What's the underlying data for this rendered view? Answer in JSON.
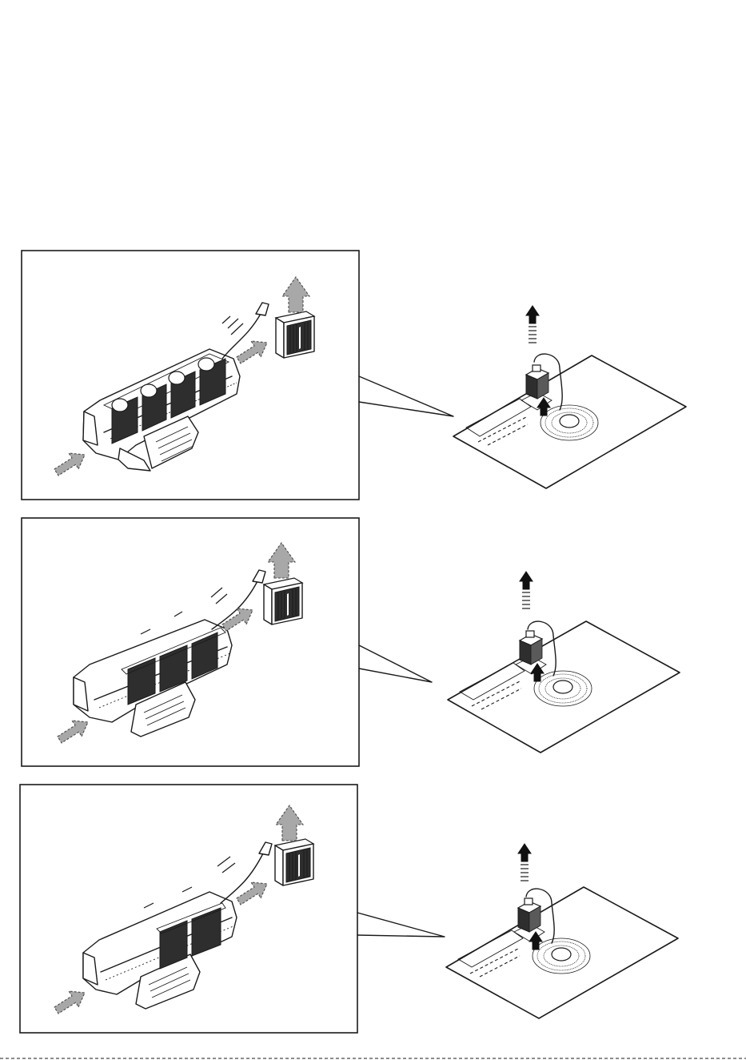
{
  "figure": {
    "panels": [
      {
        "id": "step-1",
        "filter_cartridges": 4
      },
      {
        "id": "step-2",
        "filter_cartridges": 3
      },
      {
        "id": "step-3",
        "filter_cartridges": 2
      }
    ],
    "colors": {
      "line": "#1a1a1a",
      "arrow_fill": "#a8a8a8",
      "dark_fill": "#2e2e2e",
      "background": "#ffffff"
    },
    "icons": [
      "filter-cartridge-icon",
      "air-flow-arrow-icon",
      "sensor-icon",
      "fan-icon",
      "up-arrow-icon"
    ]
  }
}
